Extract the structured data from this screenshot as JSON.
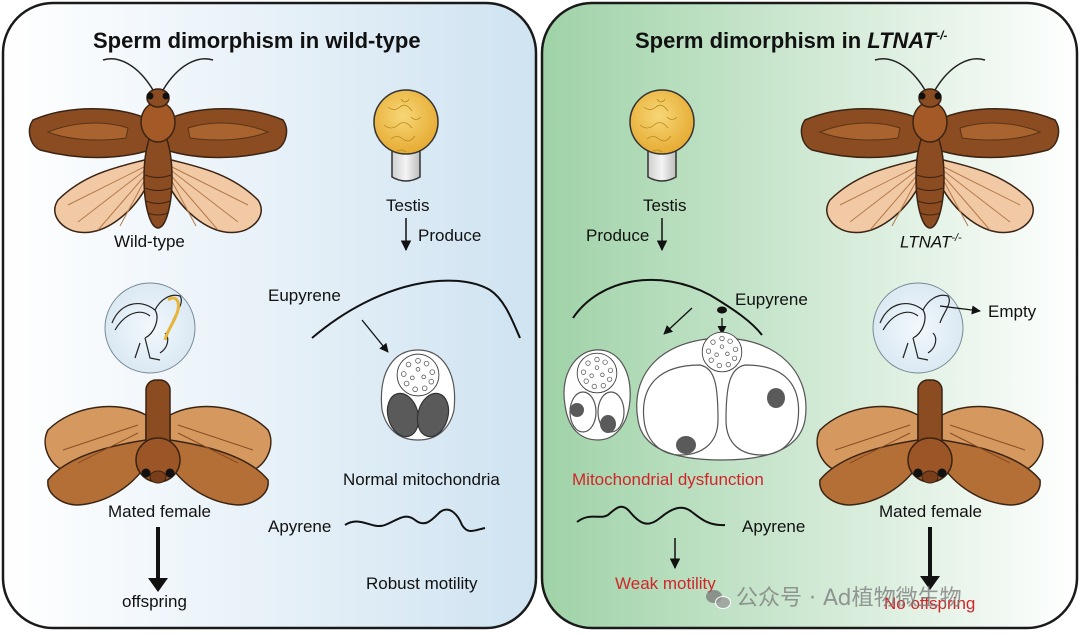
{
  "left_panel": {
    "title": "Sperm dimorphism in wild-type",
    "labels": {
      "wild_type": "Wild-type",
      "testis": "Testis",
      "produce": "Produce",
      "eupyrene": "Eupyrene",
      "normal_mito": "Normal mitochondria",
      "apyrene": "Apyrene",
      "robust": "Robust motility",
      "mated_female": "Mated female",
      "offspring": "offspring"
    }
  },
  "right_panel": {
    "title_prefix": "Sperm dimorphism in ",
    "genotype": "LTNAT",
    "genotype_sup": "-/-",
    "labels": {
      "testis": "Testis",
      "produce": "Produce",
      "eupyrene": "Eupyrene",
      "mito_dysfunction": "Mitochondrial dysfunction",
      "apyrene": "Apyrene",
      "weak": "Weak motility",
      "empty": "Empty",
      "mated_female": "Mated female",
      "no_offspring": "No offspring"
    }
  },
  "watermark": {
    "text": "公众号 · Ad植物微生物",
    "icon": "wechat-icon"
  },
  "colors": {
    "left_bg_start": "#ffffff",
    "left_bg_end": "#cfe3f1",
    "right_bg_start": "#9fd2a7",
    "right_bg_end": "#ffffff",
    "moth_dark": "#8b4c22",
    "moth_light": "#f1c9a4",
    "testis_gold": "#f2c14e",
    "mito_dark": "#5a5a5a",
    "alert_red": "#d0262a"
  }
}
